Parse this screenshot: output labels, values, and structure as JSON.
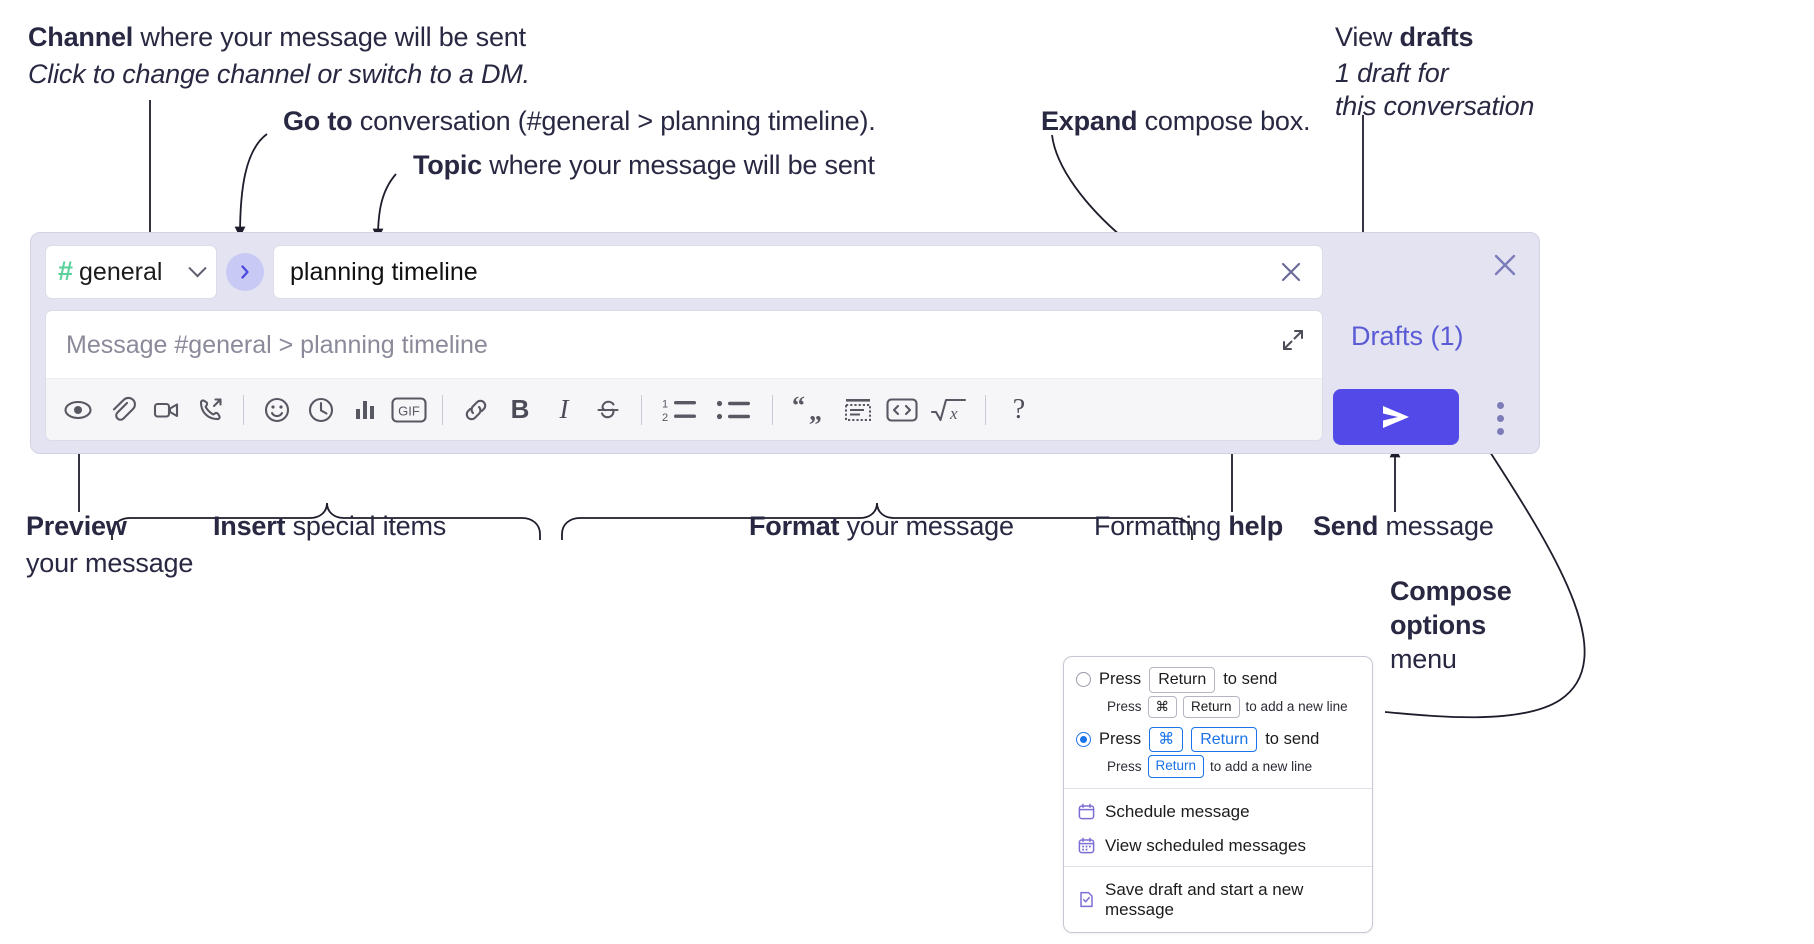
{
  "annotations": {
    "channel": {
      "bold": "Channel",
      "rest": " where your message will be sent",
      "italic": "Click to change channel or switch to a DM."
    },
    "goto": {
      "bold": "Go to",
      "rest": " conversation (#general > planning timeline)."
    },
    "topic": {
      "bold": "Topic",
      "rest": " where your message will be sent"
    },
    "expand": {
      "bold": "Expand",
      "rest": " compose box."
    },
    "drafts": {
      "plain": "View ",
      "bold": "drafts",
      "italic1": "1 draft for",
      "italic2": "this conversation"
    },
    "preview": {
      "bold": "Preview",
      "line2": "your message"
    },
    "insert": {
      "bold": "Insert",
      "rest": " special items"
    },
    "format": {
      "bold": "Format",
      "rest": " your message"
    },
    "help": {
      "plain": "Formatting ",
      "bold": "help"
    },
    "send": {
      "bold": "Send",
      "rest": " message"
    },
    "compose_options": {
      "bold1": "Compose",
      "bold2": "options",
      "plain": "menu"
    }
  },
  "compose": {
    "channel_name": "general",
    "hash_glyph": "#",
    "topic_value": "planning timeline",
    "message_placeholder": "Message #general > planning timeline",
    "drafts_label": "Drafts (1)",
    "toolbar": [
      {
        "name": "preview-icon",
        "label": "Preview"
      },
      {
        "name": "attachment-icon",
        "label": "Attach file"
      },
      {
        "name": "video-icon",
        "label": "Record video clip"
      },
      {
        "name": "audio-call-icon",
        "label": "Record audio clip"
      },
      {
        "name": "separator",
        "label": ""
      },
      {
        "name": "emoji-icon",
        "label": "Emoji"
      },
      {
        "name": "clock-icon",
        "label": "Reminder"
      },
      {
        "name": "poll-icon",
        "label": "Poll"
      },
      {
        "name": "gif-icon",
        "label": "GIF"
      },
      {
        "name": "separator",
        "label": ""
      },
      {
        "name": "link-icon",
        "label": "Link"
      },
      {
        "name": "bold-icon",
        "label": "B"
      },
      {
        "name": "italic-icon",
        "label": "I"
      },
      {
        "name": "strikethrough-icon",
        "label": "S"
      },
      {
        "name": "separator",
        "label": ""
      },
      {
        "name": "ordered-list-icon",
        "label": "Ordered list"
      },
      {
        "name": "bulleted-list-icon",
        "label": "Bulleted list"
      },
      {
        "name": "separator",
        "label": ""
      },
      {
        "name": "blockquote-icon",
        "label": "Blockquote"
      },
      {
        "name": "code-block-icon",
        "label": "Code block"
      },
      {
        "name": "code-icon",
        "label": "Code"
      },
      {
        "name": "math-icon",
        "label": "Math"
      },
      {
        "name": "separator",
        "label": ""
      },
      {
        "name": "help-icon",
        "label": "?"
      }
    ],
    "help_glyph": "?"
  },
  "options_menu": {
    "radio_options": [
      {
        "selected": false,
        "prefix": "Press",
        "keys": [
          "Return"
        ],
        "suffix": "to send",
        "sub_prefix": "Press",
        "sub_keys": [
          "⌘",
          "Return"
        ],
        "sub_suffix": "to add a new line"
      },
      {
        "selected": true,
        "prefix": "Press",
        "keys": [
          "⌘",
          "Return"
        ],
        "suffix": "to send",
        "sub_prefix": "Press",
        "sub_keys": [
          "Return"
        ],
        "sub_suffix": "to add a new line"
      }
    ],
    "items": [
      {
        "icon": "calendar-schedule-icon",
        "label": "Schedule message"
      },
      {
        "icon": "calendar-grid-icon",
        "label": "View scheduled messages"
      },
      {
        "icon": "save-draft-icon",
        "label": "Save draft and start a new message"
      }
    ]
  },
  "colors": {
    "panel_bg": "#e3e3f2",
    "accent_send": "#5349e8",
    "drafts_text": "#5b5bd6",
    "hash_green": "#5ad19a",
    "goto_bubble": "#c8c9f4",
    "radio_blue": "#1a73e8",
    "annotation_text": "#282842"
  }
}
